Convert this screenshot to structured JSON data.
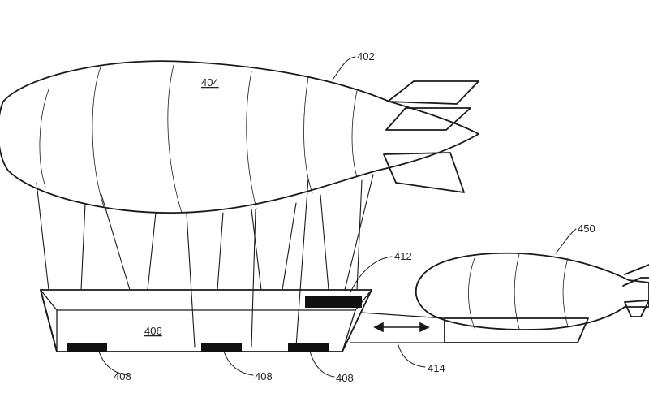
{
  "labels": {
    "airship_main": "402",
    "envelope": "404",
    "gondola": "406",
    "bay_left": "408",
    "bay_center": "408",
    "bay_right": "408",
    "dock_port": "412",
    "transfer_link": "414",
    "shuttle_airship": "450"
  },
  "colors": {
    "stroke": "#1a1a1a",
    "fill_dark": "#111111",
    "background": "#ffffff"
  }
}
